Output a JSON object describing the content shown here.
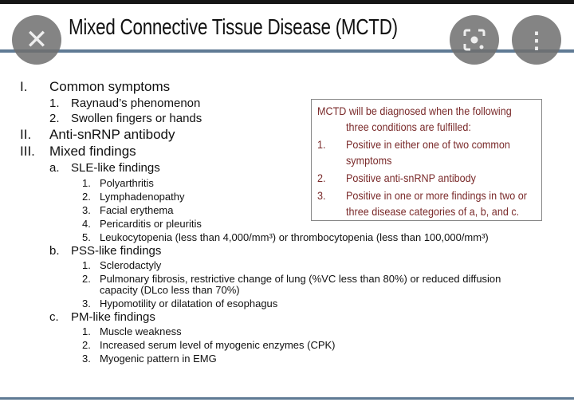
{
  "slide": {
    "title": "Mixed Connective Tissue Disease (MCTD)",
    "outline": [
      {
        "num": "I.",
        "text": "Common symptoms",
        "items": [
          {
            "num": "1.",
            "text": "Raynaud’s phenomenon"
          },
          {
            "num": "2.",
            "text": "Swollen fingers or hands"
          }
        ]
      },
      {
        "num": "II.",
        "text": "Anti-snRNP antibody"
      },
      {
        "num": "III.",
        "text": "Mixed findings"
      }
    ],
    "categories": [
      {
        "num": "a.",
        "text": "SLE-like findings",
        "items": [
          {
            "num": "1.",
            "text": "Polyarthritis"
          },
          {
            "num": "2.",
            "text": "Lymphadenopathy"
          },
          {
            "num": "3.",
            "text": "Facial erythema"
          },
          {
            "num": "4.",
            "text": "Pericarditis or pleuritis"
          },
          {
            "num": "5.",
            "text": "Leukocytopenia (less than 4,000/mm³) or thrombocytopenia (less than 100,000/mm³)"
          }
        ]
      },
      {
        "num": "b.",
        "text": "PSS-like findings",
        "items": [
          {
            "num": "1.",
            "text": "Sclerodactyly"
          },
          {
            "num": "2.",
            "text": "Pulmonary fibrosis, restrictive change of lung (%VC less than 80%) or reduced diffusion",
            "text2": "capacity (DLco less than 70%)"
          },
          {
            "num": "3.",
            "text": "Hypomotility or dilatation of esophagus"
          }
        ]
      },
      {
        "num": "c.",
        "text": "PM-like findings",
        "items": [
          {
            "num": "1.",
            "text": "Muscle weakness"
          },
          {
            "num": "2.",
            "text": "Increased serum level of myogenic enzymes (CPK)"
          },
          {
            "num": "3.",
            "text": "Myogenic pattern in EMG"
          }
        ]
      }
    ],
    "box": {
      "line1": "MCTD will be diagnosed when the following",
      "line2": "three conditions are fulfilled:",
      "items": [
        {
          "num": "1.",
          "text": "Positive in either one of two common",
          "text2": "symptoms"
        },
        {
          "num": "2.",
          "text": "Positive anti-snRNP antibody"
        },
        {
          "num": "3.",
          "text": "Positive in one or more findings in two or",
          "text2": "three disease categories of a, b, and c."
        }
      ]
    }
  }
}
